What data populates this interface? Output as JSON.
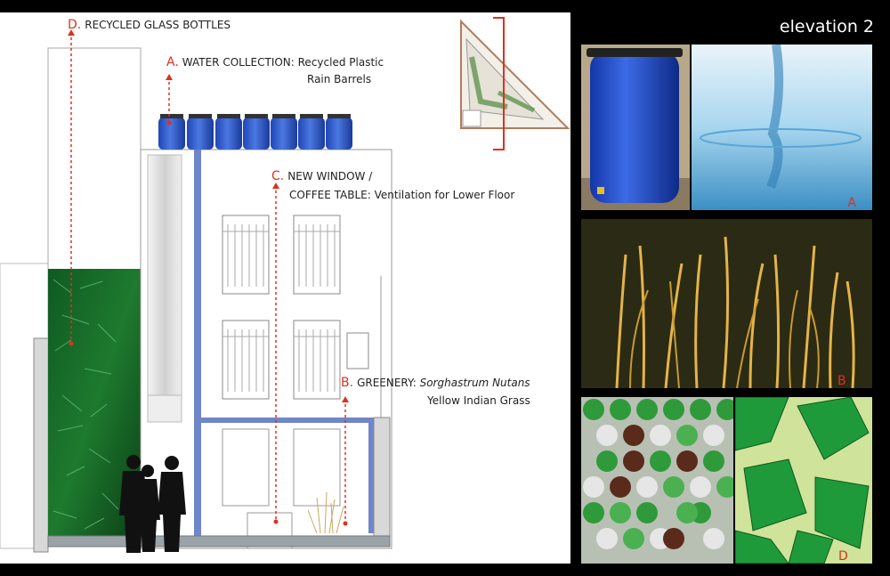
{
  "view_title": "elevation 2",
  "labels": {
    "d": {
      "letter": "D.",
      "text": "RECYCLED GLASS BOTTLES"
    },
    "a": {
      "letter": "A.",
      "text": "WATER COLLECTION: Recycled Plastic",
      "line2": "Rain Barrels"
    },
    "c": {
      "letter": "C.",
      "text": "NEW WINDOW /",
      "line2": "COFFEE TABLE: Ventilation for Lower Floor"
    },
    "b": {
      "letter": "B.",
      "text_prefix": "GREENERY: ",
      "text_italic": "Sorghastrum Nutans",
      "line2": "Yellow Indian Grass"
    }
  },
  "photo_labels": {
    "a": "A",
    "b": "B",
    "d": "D"
  },
  "colors": {
    "accent": "#e0301e",
    "barrel": "#2a55c8",
    "glass": "#1f7a2a",
    "grass": "#e0b040",
    "water": "#9fd3ee"
  }
}
